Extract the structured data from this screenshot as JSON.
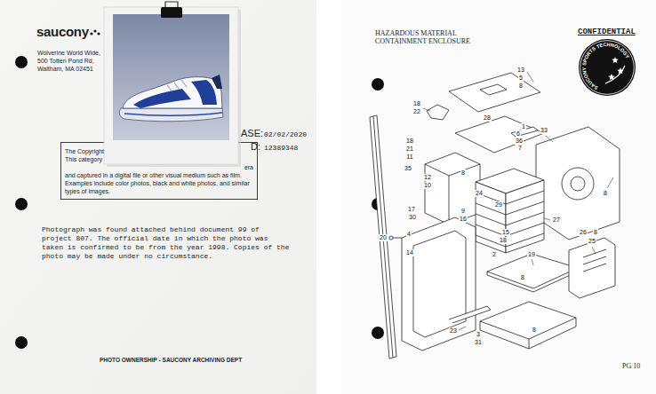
{
  "diagram": {
    "nodes": [
      {
        "text": [
          "The Copyright",
          "This category",
          "era",
          "and captured in a digital file or other visual medium such as film. Examples include color photos, black and white photos, and similar types of images."
        ]
      },
      {
        "text": [
          "SAUCONY SPORTS TECHNOLOGY"
        ]
      }
    ],
    "labels": [
      "saucony",
      "Wolverine World Wide,",
      "500 Totten Pond Rd,",
      "Waltham, MA 02451",
      "ASE:",
      "02/02/2020",
      "D:",
      "12389348",
      "Photograph was found attached behind document 99 of project 807. The official date in which the photo was taken is confirmed to be from the year 1998. Copies of the photo may be made under no circumstance.",
      "PHOTO OWNERSHIP - SAUCONY ARCHIVING DEPT",
      "HAZARDOUS MATERIAL CONTAINMENT ENCLOSURE",
      "CONFIDENTIAL",
      "PG 10",
      "13",
      "5",
      "8",
      "18",
      "22",
      "28",
      "1",
      "6",
      "36",
      "7",
      "33",
      "18",
      "21",
      "11",
      "35",
      "8",
      "12",
      "10",
      "24",
      "29",
      "9",
      "16",
      "27",
      "17",
      "30",
      "4",
      "20",
      "15",
      "18",
      "8",
      "26",
      "8",
      "25",
      "14",
      "2",
      "19",
      "8",
      "23",
      "3",
      "31",
      "8"
    ]
  }
}
